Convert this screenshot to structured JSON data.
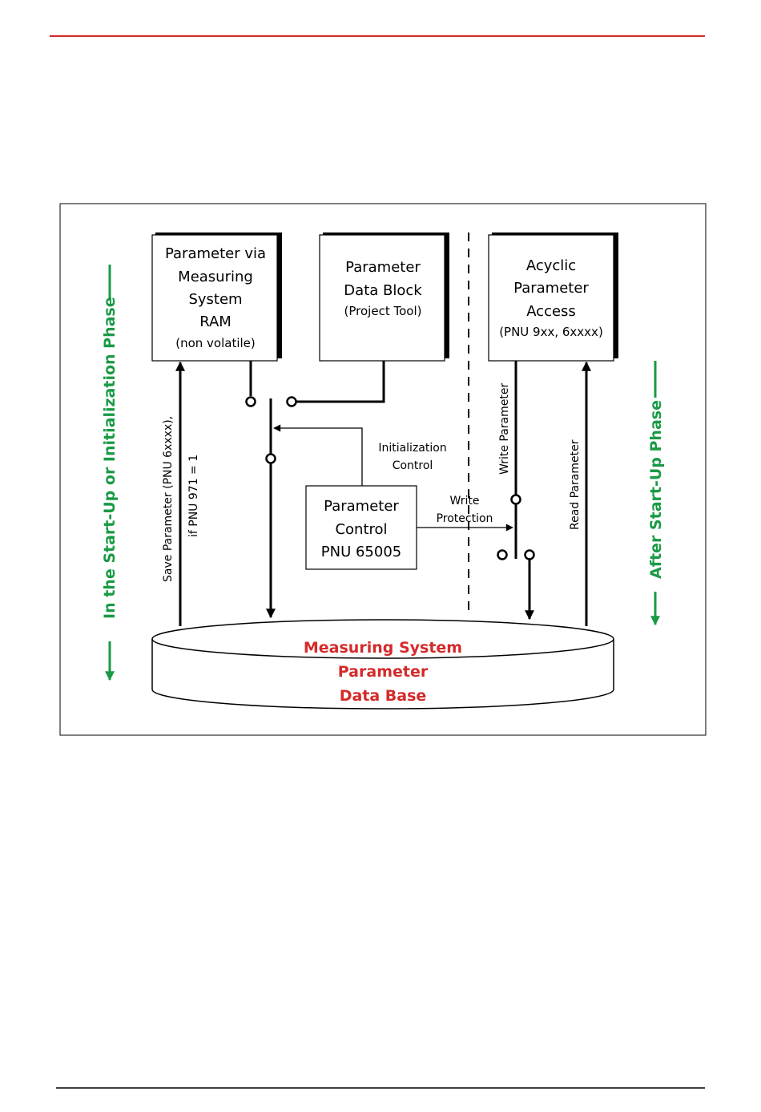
{
  "colors": {
    "header_rule": "#d42a2a",
    "footer_rule": "#000000",
    "phase_green": "#1a9a45",
    "database_red": "#d42a2a",
    "ink": "#000000"
  },
  "boxes": {
    "ram": {
      "lines": [
        "Parameter via",
        "Measuring",
        "System",
        "RAM",
        "(non volatile)"
      ]
    },
    "data_block": {
      "lines": [
        "Parameter",
        "Data Block",
        "(Project Tool)"
      ]
    },
    "acyclic": {
      "lines": [
        "Acyclic",
        "Parameter",
        "Access",
        "(PNU 9xx, 6xxxx)"
      ]
    },
    "control": {
      "lines": [
        "Parameter",
        "Control",
        "PNU 65005"
      ]
    }
  },
  "database": {
    "lines": [
      "Measuring System",
      "Parameter",
      "Data Base"
    ]
  },
  "labels": {
    "save_parameter": "Save Parameter (PNU 6xxxx),",
    "save_condition": "if PNU 971 = 1",
    "initialization_control": [
      "Initialization",
      "Control"
    ],
    "write_protection": [
      "Write",
      "Protection"
    ],
    "write_parameter": "Write Parameter",
    "read_parameter": "Read Parameter"
  },
  "phases": {
    "left": "In the Start-Up or Initialization Phase",
    "right": "After Start-Up Phase"
  }
}
